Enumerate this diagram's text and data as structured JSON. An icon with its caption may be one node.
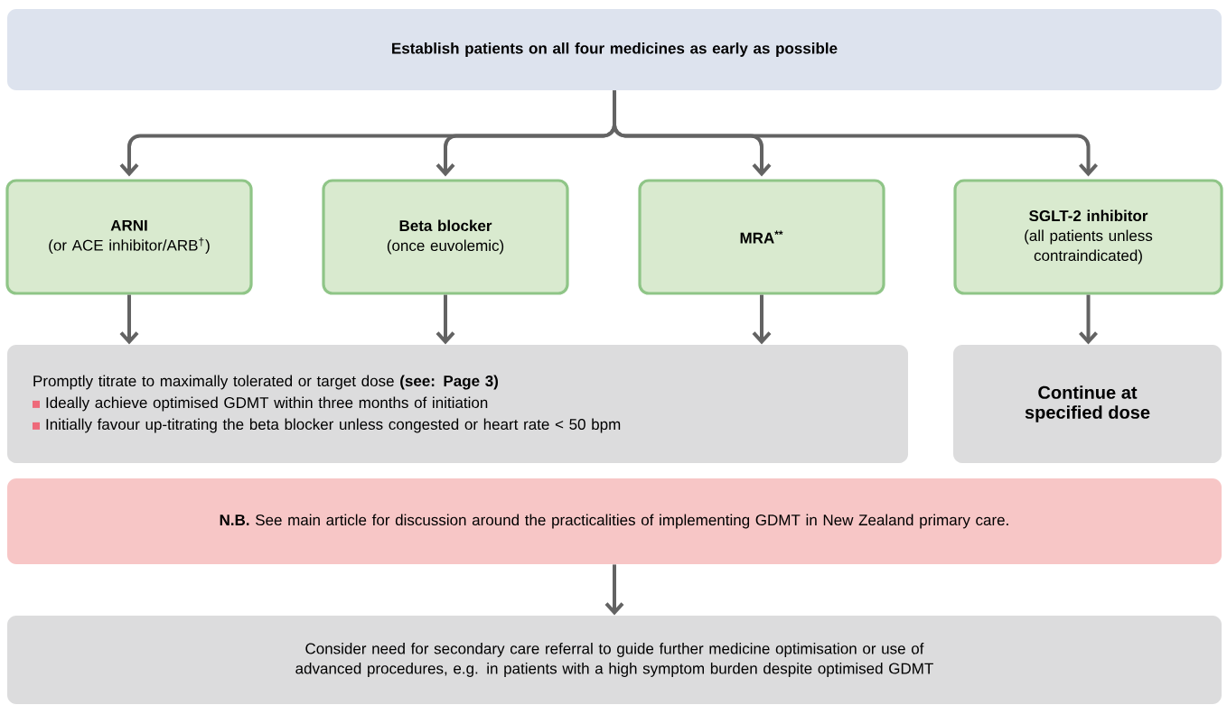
{
  "diagram": {
    "nodes": [
      {
        "text": [
          "Establish patients on all four medicines as early as possible"
        ]
      },
      {
        "text": [
          "ARNI",
          "(or ACE inhibitor/ARB$^{†}$)"
        ]
      },
      {
        "text": [
          "Beta blocker",
          "(once euvolemic)"
        ]
      },
      {
        "text": [
          "MRA$^{**}$"
        ]
      },
      {
        "text": [
          "SGLT-2 inhibitor",
          "(all patients unless contraindicated)"
        ]
      },
      {
        "text": [
          "Promptly titrate to maximally tolerated or target dose **(see: Page 3)**",
          "Ideally achieve optimised GDMT within three months of initiation",
          "Initially favour up-titrating the beta blocker unless congested or heart rate < 50 bpm"
        ]
      },
      {
        "text": [
          "Continue at specified dose"
        ]
      },
      {
        "text": [
          "**N.B.** See main article for discussion around the practicalities of implementing GDMT in New Zealand primary care."
        ]
      },
      {
        "text": [
          "Consider need for secondary care referral to guide further medicine optimisation or use of advanced procedures, e.g. in patients with a high symptom burden despite optimised GDMT"
        ]
      }
    ],
    "edges": [
      {
        "from": 0,
        "to": 1,
        "arrow": "to"
      },
      {
        "from": 0,
        "to": 2,
        "arrow": "to"
      },
      {
        "from": 0,
        "to": 3,
        "arrow": "to"
      },
      {
        "from": 0,
        "to": 4,
        "arrow": "to"
      },
      {
        "from": 1,
        "to": 5,
        "arrow": "to"
      },
      {
        "from": 2,
        "to": 5,
        "arrow": "to"
      },
      {
        "from": 3,
        "to": 5,
        "arrow": "to"
      },
      {
        "from": 4,
        "to": 6,
        "arrow": "to"
      },
      {
        "from": 7,
        "to": 8,
        "arrow": "to"
      }
    ]
  }
}
